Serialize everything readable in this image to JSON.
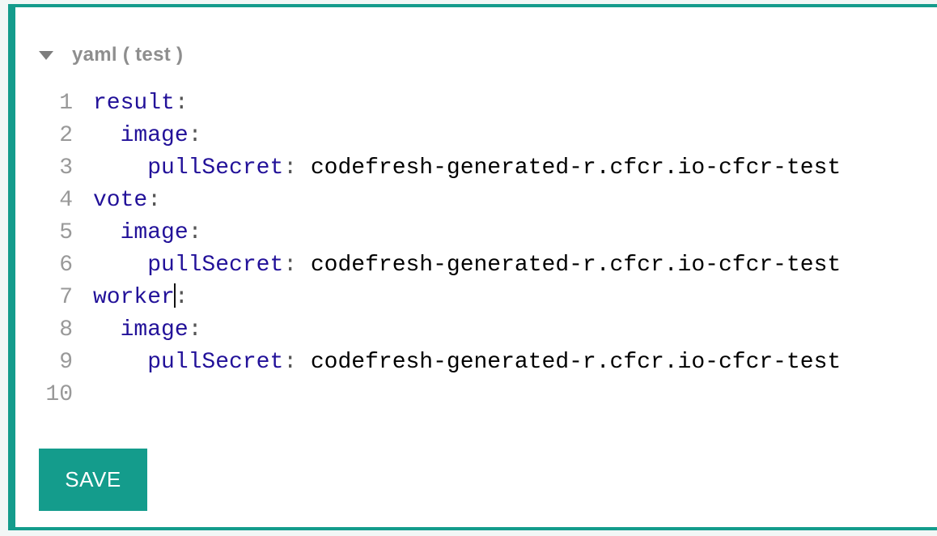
{
  "panel": {
    "header": {
      "collapse_icon": "triangle-down",
      "title": "yaml ( test )"
    },
    "editor": {
      "lines": [
        {
          "number": "1",
          "tokens": [
            {
              "type": "key",
              "text": "result"
            },
            {
              "type": "punct",
              "text": ":"
            }
          ]
        },
        {
          "number": "2",
          "tokens": [
            {
              "type": "plain",
              "text": "  "
            },
            {
              "type": "key",
              "text": "image"
            },
            {
              "type": "punct",
              "text": ":"
            }
          ]
        },
        {
          "number": "3",
          "tokens": [
            {
              "type": "plain",
              "text": "    "
            },
            {
              "type": "key",
              "text": "pullSecret"
            },
            {
              "type": "punct",
              "text": ":"
            },
            {
              "type": "plain",
              "text": " "
            },
            {
              "type": "value",
              "text": "codefresh-generated-r.cfcr.io-cfcr-test"
            }
          ]
        },
        {
          "number": "4",
          "tokens": [
            {
              "type": "key",
              "text": "vote"
            },
            {
              "type": "punct",
              "text": ":"
            }
          ]
        },
        {
          "number": "5",
          "tokens": [
            {
              "type": "plain",
              "text": "  "
            },
            {
              "type": "key",
              "text": "image"
            },
            {
              "type": "punct",
              "text": ":"
            }
          ]
        },
        {
          "number": "6",
          "tokens": [
            {
              "type": "plain",
              "text": "    "
            },
            {
              "type": "key",
              "text": "pullSecret"
            },
            {
              "type": "punct",
              "text": ":"
            },
            {
              "type": "plain",
              "text": " "
            },
            {
              "type": "value",
              "text": "codefresh-generated-r.cfcr.io-cfcr-test"
            }
          ]
        },
        {
          "number": "7",
          "tokens": [
            {
              "type": "key",
              "text": "worker"
            },
            {
              "type": "cursor",
              "text": ""
            },
            {
              "type": "punct",
              "text": ":"
            }
          ]
        },
        {
          "number": "8",
          "tokens": [
            {
              "type": "plain",
              "text": "  "
            },
            {
              "type": "key",
              "text": "image"
            },
            {
              "type": "punct",
              "text": ":"
            }
          ]
        },
        {
          "number": "9",
          "tokens": [
            {
              "type": "plain",
              "text": "    "
            },
            {
              "type": "key",
              "text": "pullSecret"
            },
            {
              "type": "punct",
              "text": ":"
            },
            {
              "type": "plain",
              "text": " "
            },
            {
              "type": "value",
              "text": "codefresh-generated-r.cfcr.io-cfcr-test"
            }
          ]
        },
        {
          "number": "10",
          "tokens": []
        }
      ],
      "cursor_position": {
        "line": 7,
        "after_text": "worker"
      }
    },
    "save_button": {
      "label": "SAVE"
    }
  },
  "colors": {
    "accent_teal": "#149C8C",
    "page_background": "#F2F7F6",
    "header_text": "#8E8E8E",
    "line_number": "#999999",
    "key": "#221199",
    "punct": "#555555",
    "value": "#000000"
  }
}
